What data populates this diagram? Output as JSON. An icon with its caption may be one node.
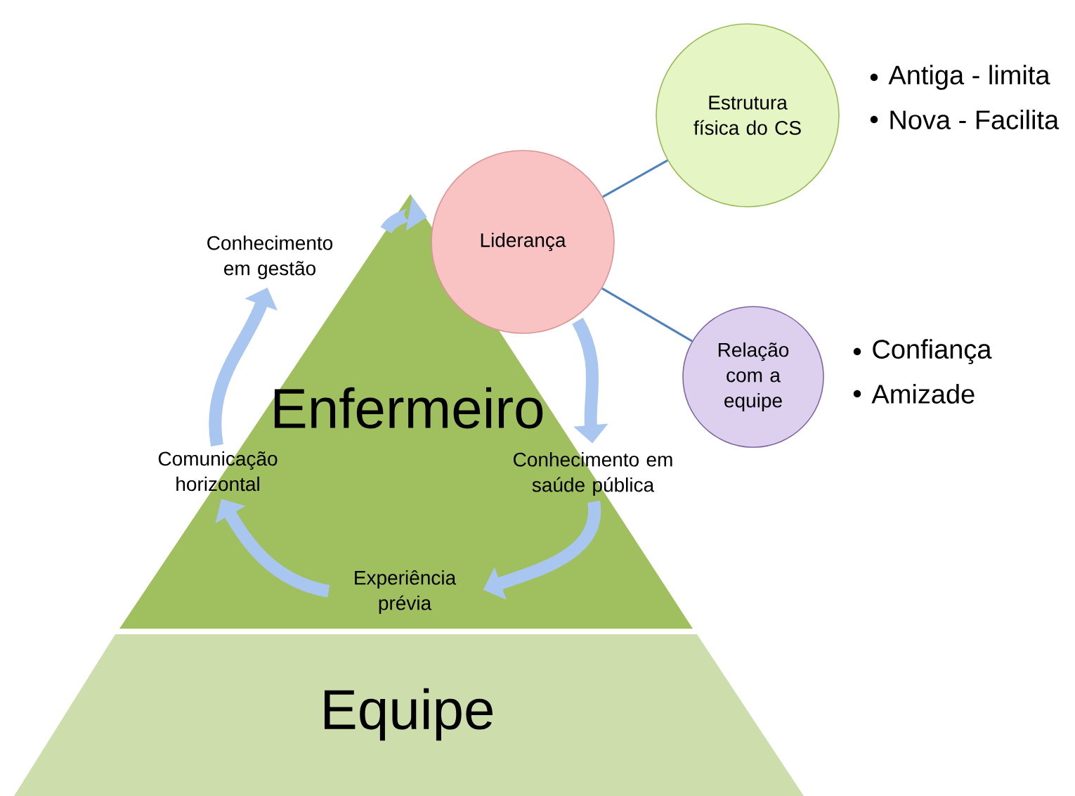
{
  "diagram": {
    "nodes": [
      {
        "text": [
          "Enfermeiro"
        ]
      },
      {
        "text": [
          "Equipe"
        ]
      },
      {
        "text": [
          "Liderança"
        ]
      },
      {
        "text": [
          "Estrutura física do CS"
        ],
        "beside": [
          "Antiga - limita",
          "Nova - Facilita"
        ]
      },
      {
        "text": [
          "Relação com a equipe"
        ],
        "beside": [
          "Confiança",
          "Amizade"
        ]
      },
      {
        "text": [
          "Conhecimento em gestão"
        ]
      },
      {
        "text": [
          "Conhecimento em saúde pública"
        ]
      },
      {
        "text": [
          "Experiência prévia"
        ],
        "in": 0
      },
      {
        "text": [
          "Comunicação horizontal"
        ]
      }
    ],
    "edges": [
      {
        "from": 5,
        "to": 2,
        "arrow": "to"
      },
      {
        "from": 2,
        "to": 6,
        "arrow": "to"
      },
      {
        "from": 6,
        "to": 7,
        "arrow": "to"
      },
      {
        "from": 7,
        "to": 8,
        "arrow": "to"
      },
      {
        "from": 8,
        "to": 5,
        "arrow": "to"
      },
      {
        "from": 2,
        "to": 3,
        "arrow": "none",
        "color": "#4f81bd"
      },
      {
        "from": 2,
        "to": 4,
        "arrow": "none",
        "color": "#4f81bd"
      }
    ]
  }
}
